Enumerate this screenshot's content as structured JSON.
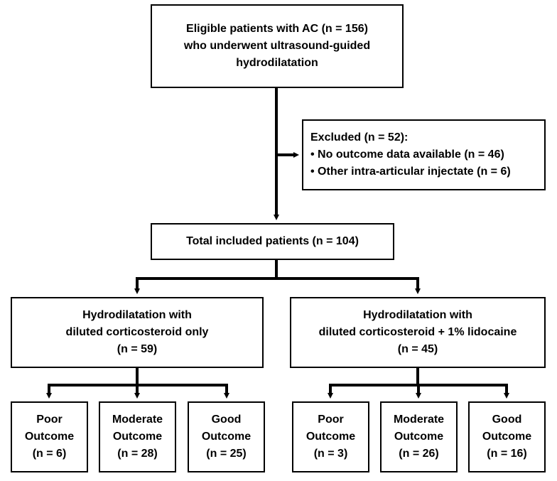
{
  "nodes": {
    "eligible": {
      "lines": [
        "Eligible patients with AC (n = 156)",
        "who underwent ultrasound-guided",
        "hydrodilatation"
      ]
    },
    "excluded": {
      "title": "Excluded (n = 52):",
      "items": [
        "No outcome data available (n = 46)",
        "Other intra-articular injectate (n = 6)"
      ]
    },
    "total": {
      "label": "Total included patients (n = 104)"
    },
    "group_left": {
      "lines": [
        "Hydrodilatation with",
        "diluted corticosteroid only",
        "(n = 59)"
      ]
    },
    "group_right": {
      "lines": [
        "Hydrodilatation with",
        "diluted corticosteroid + 1% lidocaine",
        "(n = 45)"
      ]
    },
    "left_outcomes": [
      {
        "lines": [
          "Poor",
          "Outcome",
          "(n = 6)"
        ]
      },
      {
        "lines": [
          "Moderate",
          "Outcome",
          "(n = 28)"
        ]
      },
      {
        "lines": [
          "Good",
          "Outcome",
          "(n = 25)"
        ]
      }
    ],
    "right_outcomes": [
      {
        "lines": [
          "Poor",
          "Outcome",
          "(n = 3)"
        ]
      },
      {
        "lines": [
          "Moderate",
          "Outcome",
          "(n = 26)"
        ]
      },
      {
        "lines": [
          "Good",
          "Outcome",
          "(n = 16)"
        ]
      }
    ]
  },
  "colors": {
    "line": "#000000",
    "box_border": "#000000",
    "background": "#ffffff"
  }
}
